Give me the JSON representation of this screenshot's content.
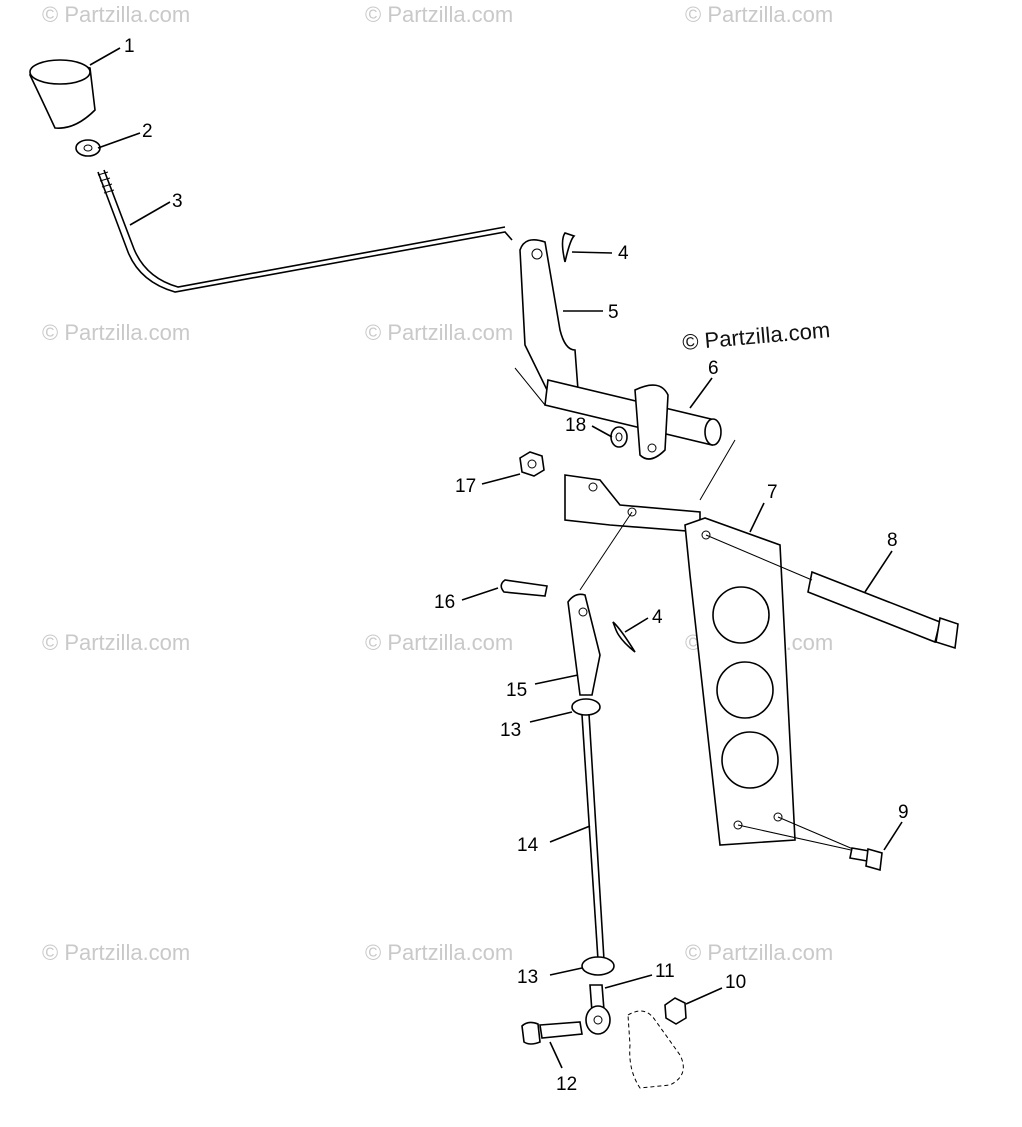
{
  "watermark_text": "© Partzilla.com",
  "main_watermark_text": "© Partzilla.com",
  "parts": [
    {
      "number": "1"
    },
    {
      "number": "2"
    },
    {
      "number": "3"
    },
    {
      "number": "4"
    },
    {
      "number": "5"
    },
    {
      "number": "6"
    },
    {
      "number": "18"
    },
    {
      "number": "17"
    },
    {
      "number": "7"
    },
    {
      "number": "8"
    },
    {
      "number": "16"
    },
    {
      "number": "4"
    },
    {
      "number": "15"
    },
    {
      "number": "13"
    },
    {
      "number": "14"
    },
    {
      "number": "9"
    },
    {
      "number": "13"
    },
    {
      "number": "11"
    },
    {
      "number": "10"
    },
    {
      "number": "12"
    }
  ]
}
